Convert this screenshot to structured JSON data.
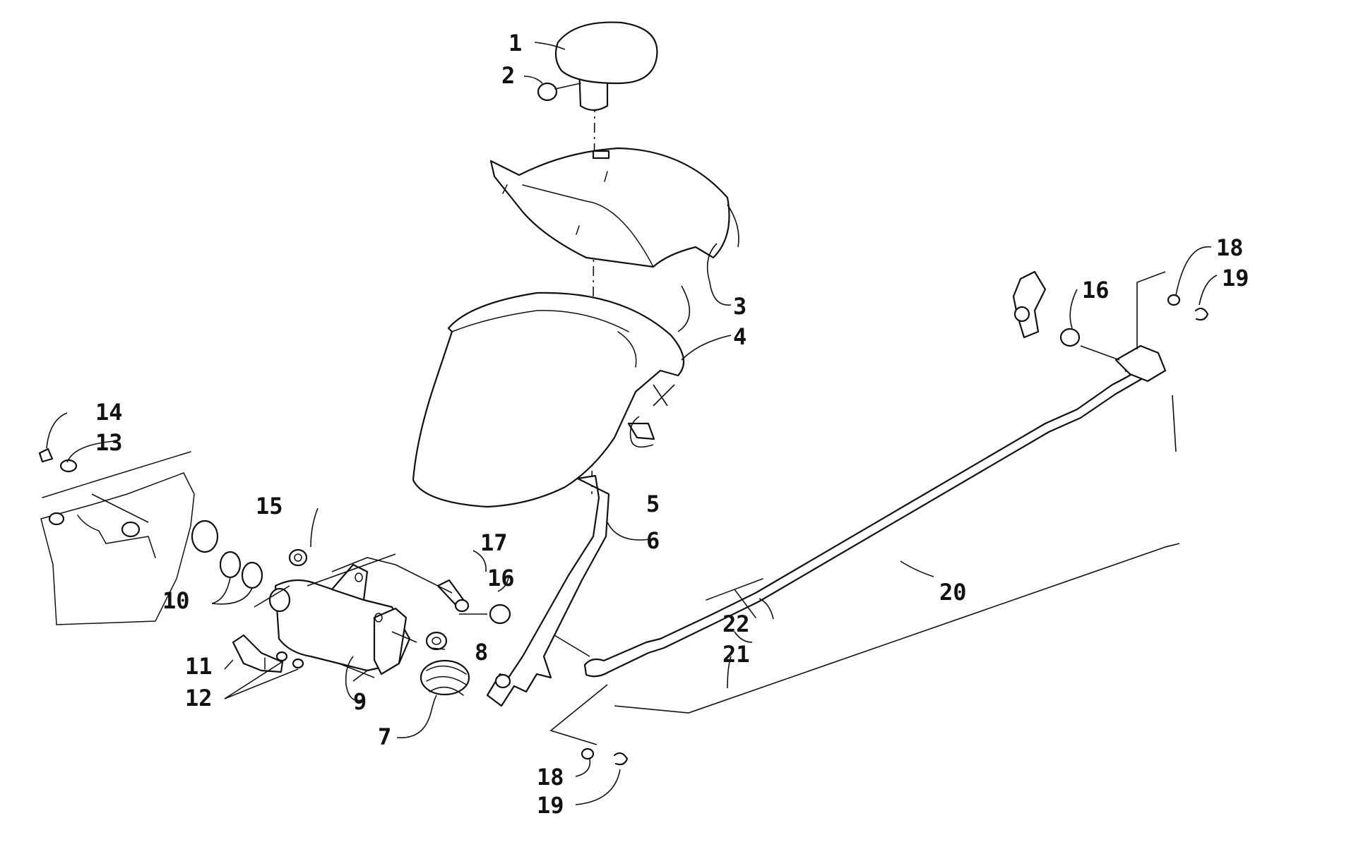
{
  "labels": [
    "1",
    "2",
    "3",
    "4",
    "5",
    "6",
    "7",
    "8",
    "9",
    "10",
    "11",
    "12",
    "13",
    "14",
    "15",
    "16",
    "16",
    "17",
    "18",
    "18",
    "19",
    "19",
    "20",
    "21",
    "22"
  ]
}
